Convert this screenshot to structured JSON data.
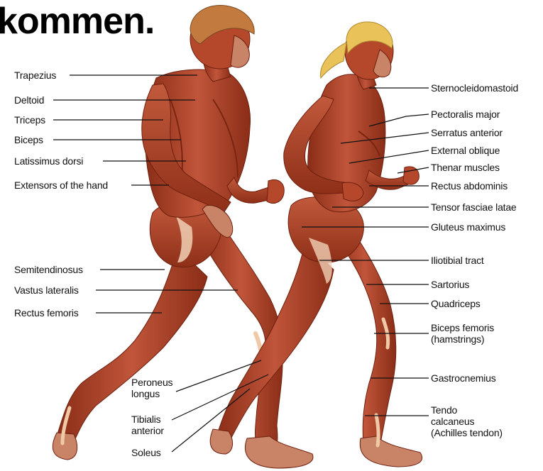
{
  "title": "kommen.",
  "colors": {
    "muscle": "#b5472b",
    "muscle_dark": "#7e2614",
    "muscle_light": "#d9805e",
    "hair_male": "#c27a3e",
    "hair_female": "#e9c35a",
    "tendon": "#f0c9a6"
  },
  "labels_left": {
    "trapezius": "Trapezius",
    "deltoid": "Deltoid",
    "triceps": "Triceps",
    "biceps": "Biceps",
    "latissimus": "Latissimus dorsi",
    "extensors": "Extensors of the hand",
    "semitendinosus": "Semitendinosus",
    "vastus": "Vastus lateralis",
    "rectus_femoris": "Rectus femoris"
  },
  "labels_bottom": {
    "peroneus_1": "Peroneus",
    "peroneus_2": "longus",
    "tibialis_1": "Tibialis",
    "tibialis_2": "anterior",
    "soleus": "Soleus"
  },
  "labels_right": {
    "sternocleidomastoid": "Sternocleidomastoid",
    "pectoralis": "Pectoralis major",
    "serratus": "Serratus anterior",
    "external_oblique": "External oblique",
    "thenar": "Thenar muscles",
    "rectus_abdominis": "Rectus abdominis",
    "tensor": "Tensor fasciae latae",
    "gluteus": "Gluteus maximus",
    "iliotibial": "Iliotibial tract",
    "sartorius": "Sartorius",
    "quadriceps": "Quadriceps",
    "biceps_femoris_1": "Biceps femoris",
    "biceps_femoris_2": "(hamstrings)",
    "gastrocnemius": "Gastrocnemius",
    "tendo_1": "Tendo",
    "tendo_2": "calcaneus",
    "tendo_3": "(Achilles tendon)"
  }
}
